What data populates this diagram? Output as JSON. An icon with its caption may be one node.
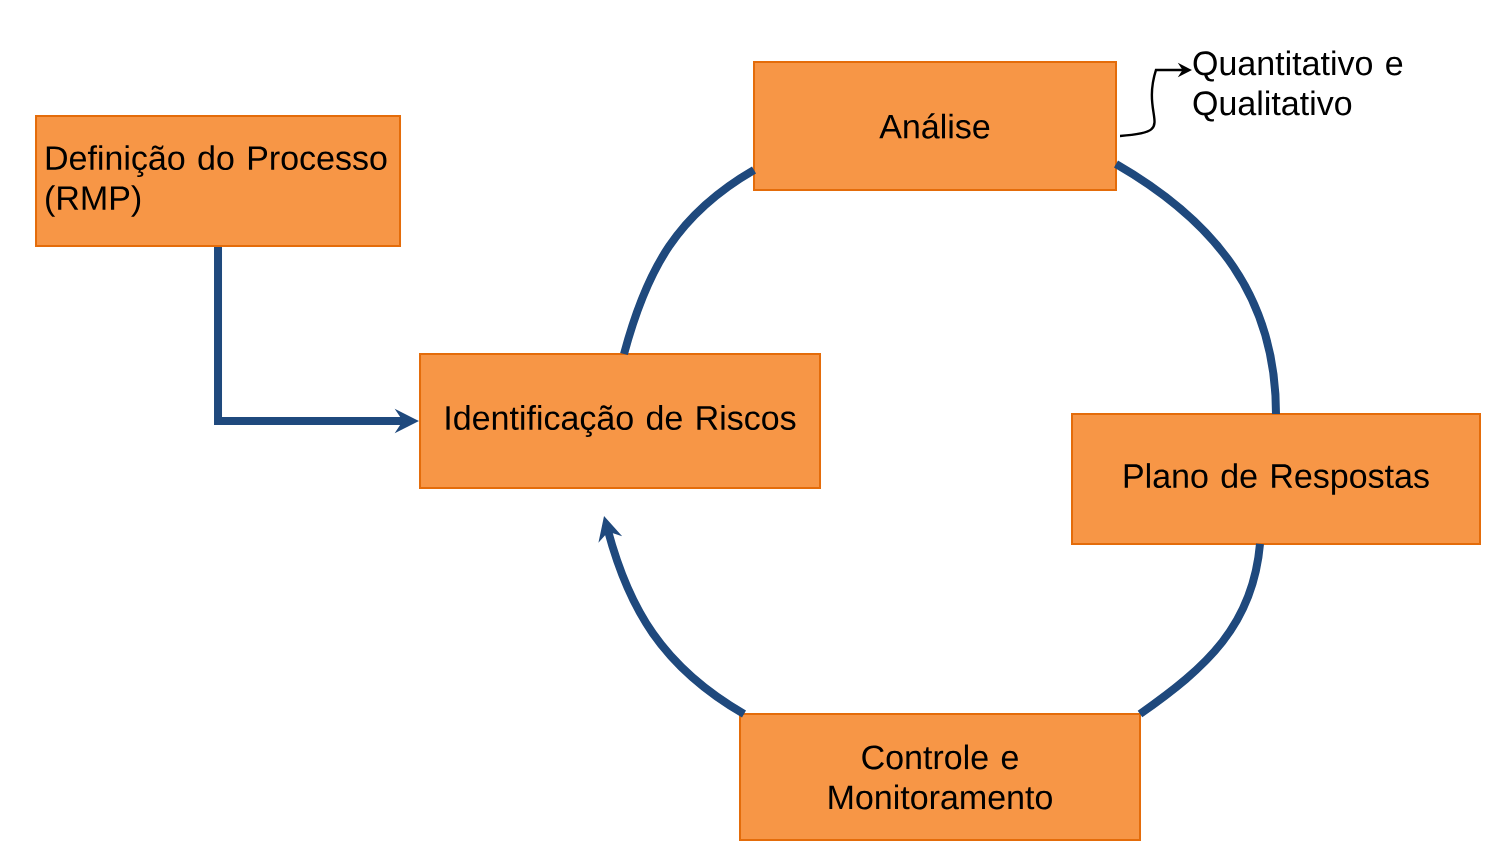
{
  "diagram": {
    "nodes": [
      {
        "text": [
          "Definição do Processo (RMP)"
        ]
      },
      {
        "text": [
          "Análise"
        ]
      },
      {
        "text": [
          "Quantitativo e Qualitativo"
        ]
      },
      {
        "text": [
          "Identificação de Riscos"
        ]
      },
      {
        "text": [
          "Plano de Respostas"
        ]
      },
      {
        "text": [
          "Controle e Monitoramento"
        ]
      }
    ],
    "edges": [
      {
        "from": 0,
        "to": 3,
        "arrow": "to"
      },
      {
        "from": 3,
        "to": 1,
        "arrow": "none"
      },
      {
        "from": 1,
        "to": 4,
        "arrow": "none"
      },
      {
        "from": 4,
        "to": 5,
        "arrow": "none"
      },
      {
        "from": 5,
        "to": 3,
        "arrow": "to"
      },
      {
        "from": 1,
        "to": 2,
        "arrow": "to",
        "color": "#000000"
      }
    ]
  }
}
